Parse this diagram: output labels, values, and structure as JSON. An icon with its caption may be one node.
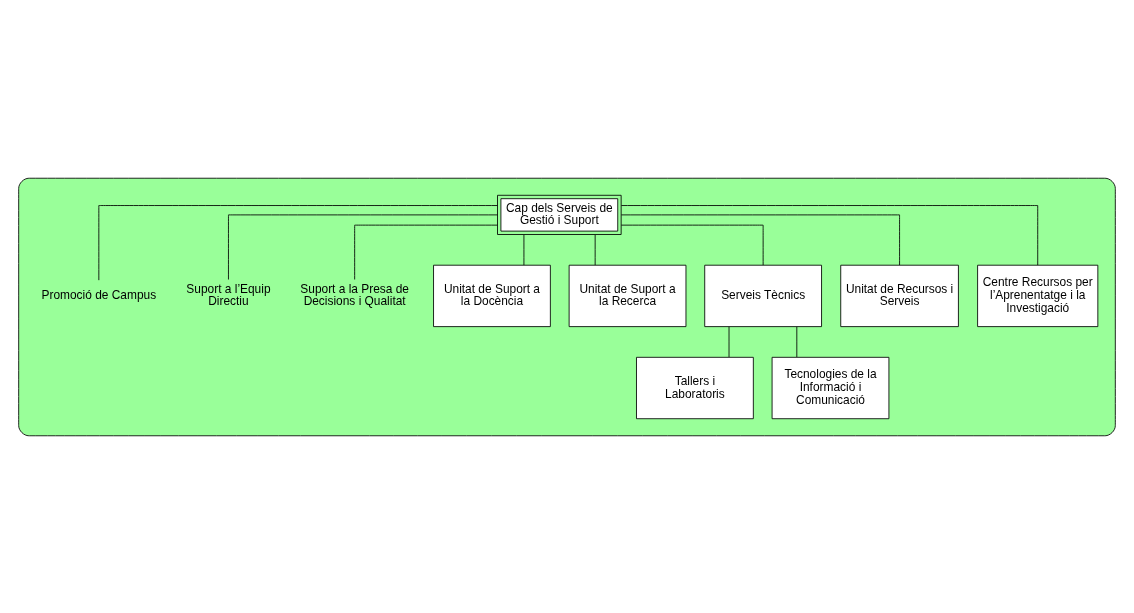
{
  "diagram": {
    "nodes": [
      {
        "text": [],
        "shape": "box"
      },
      {
        "text": [
          "Cap dels Serveis de Gestió i Suport"
        ],
        "in": 0
      },
      {
        "text": [
          "Promoció de Campus"
        ],
        "in": 0
      },
      {
        "text": [
          "Suport a l’Equip Directiu"
        ],
        "in": 0
      },
      {
        "text": [
          "Suport a la Presa de Decisions i Qualitat"
        ],
        "in": 0
      },
      {
        "text": [
          "Unitat de Suport a la Docència"
        ],
        "in": 0
      },
      {
        "text": [
          "Unitat de Suport a la Recerca"
        ],
        "in": 0
      },
      {
        "text": [
          "Serveis Tècnics"
        ],
        "in": 0
      },
      {
        "text": [
          "Unitat de Recursos i Serveis"
        ],
        "in": 0
      },
      {
        "text": [
          "Centre Recursos per l’Aprenentatge i la Investigació"
        ],
        "in": 0
      },
      {
        "text": [
          "Tallers i Laboratoris"
        ],
        "in": 0
      },
      {
        "text": [
          "Tecnologies de la Informació i Comunicació"
        ],
        "in": 0
      }
    ],
    "edges": [
      {
        "from": 1,
        "to": 2,
        "arrow": "none"
      },
      {
        "from": 1,
        "to": 3,
        "arrow": "none"
      },
      {
        "from": 1,
        "to": 4,
        "arrow": "none"
      },
      {
        "from": 1,
        "to": 5,
        "arrow": "none"
      },
      {
        "from": 1,
        "to": 6,
        "arrow": "none"
      },
      {
        "from": 1,
        "to": 7,
        "arrow": "none"
      },
      {
        "from": 1,
        "to": 8,
        "arrow": "none"
      },
      {
        "from": 1,
        "to": 9,
        "arrow": "none"
      },
      {
        "from": 7,
        "to": 10,
        "arrow": "none"
      },
      {
        "from": 7,
        "to": 11,
        "arrow": "none"
      }
    ]
  }
}
